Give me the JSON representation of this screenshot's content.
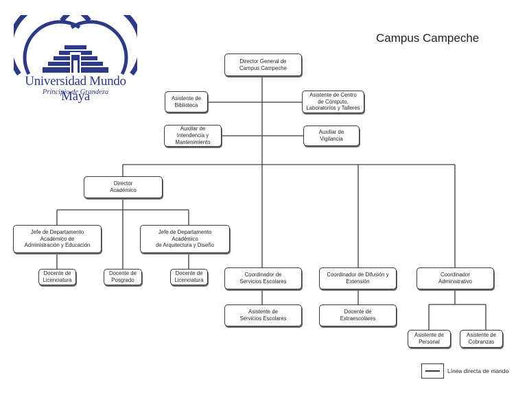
{
  "logo": {
    "name": "Universidad Mundo Maya",
    "motto": "Principio de Grandeza",
    "colors": {
      "primary": "#2c3a86"
    }
  },
  "campus_title": "Campus Campeche",
  "nodes": [
    {
      "id": "director-general",
      "label": "Director General de\nCampus Campeche"
    },
    {
      "id": "asistente-biblioteca",
      "label": "Asistente de\nBiblioteca"
    },
    {
      "id": "asistente-centro-computo",
      "label": "Asistente de Centro\nde Cómputo,\nLaboratorios y Talleres"
    },
    {
      "id": "auxiliar-intendencia",
      "label": "Auxiliar de\nIntendencia y\nMantenimiento"
    },
    {
      "id": "auxiliar-vigilancia",
      "label": "Auxiliar de\nVigilancia"
    },
    {
      "id": "director-academico",
      "label": "Director\nAcadémico"
    },
    {
      "id": "jefe-admin-educacion",
      "label": "Jefe de Departamento\nAcadémico de\nAdministración y Educación"
    },
    {
      "id": "jefe-arquitectura",
      "label": "Jefe de Departamento\nAcadémico\nde Arquitectura y Diseño"
    },
    {
      "id": "docente-licenciatura-1",
      "label": "Docente de\nLicenciatura"
    },
    {
      "id": "docente-posgrado",
      "label": "Docente de\nPosgrado"
    },
    {
      "id": "docente-licenciatura-2",
      "label": "Docente de\nLicenciatura"
    },
    {
      "id": "coordinador-servicios-escolares",
      "label": "Coordinador de\nServicios Escolares"
    },
    {
      "id": "asistente-servicios-escolares",
      "label": "Asistente de\nServicios Escolares"
    },
    {
      "id": "coordinador-difusion",
      "label": "Coordinador de Difusión y\nExtensión"
    },
    {
      "id": "docente-extraescolares",
      "label": "Docente de\nExtraescolares"
    },
    {
      "id": "coordinador-administrativo",
      "label": "Coordinador\nAdministrativo"
    },
    {
      "id": "asistente-personal",
      "label": "Asistente de\nPersonal"
    },
    {
      "id": "asistente-cobranzas",
      "label": "Asistente de\nCobranzas"
    }
  ],
  "legend": {
    "label": "Línea directa de mando"
  },
  "colors": {
    "line": "#3a3a3a",
    "box_border": "#3a3a3a",
    "shadow": "#6a6a6a"
  }
}
